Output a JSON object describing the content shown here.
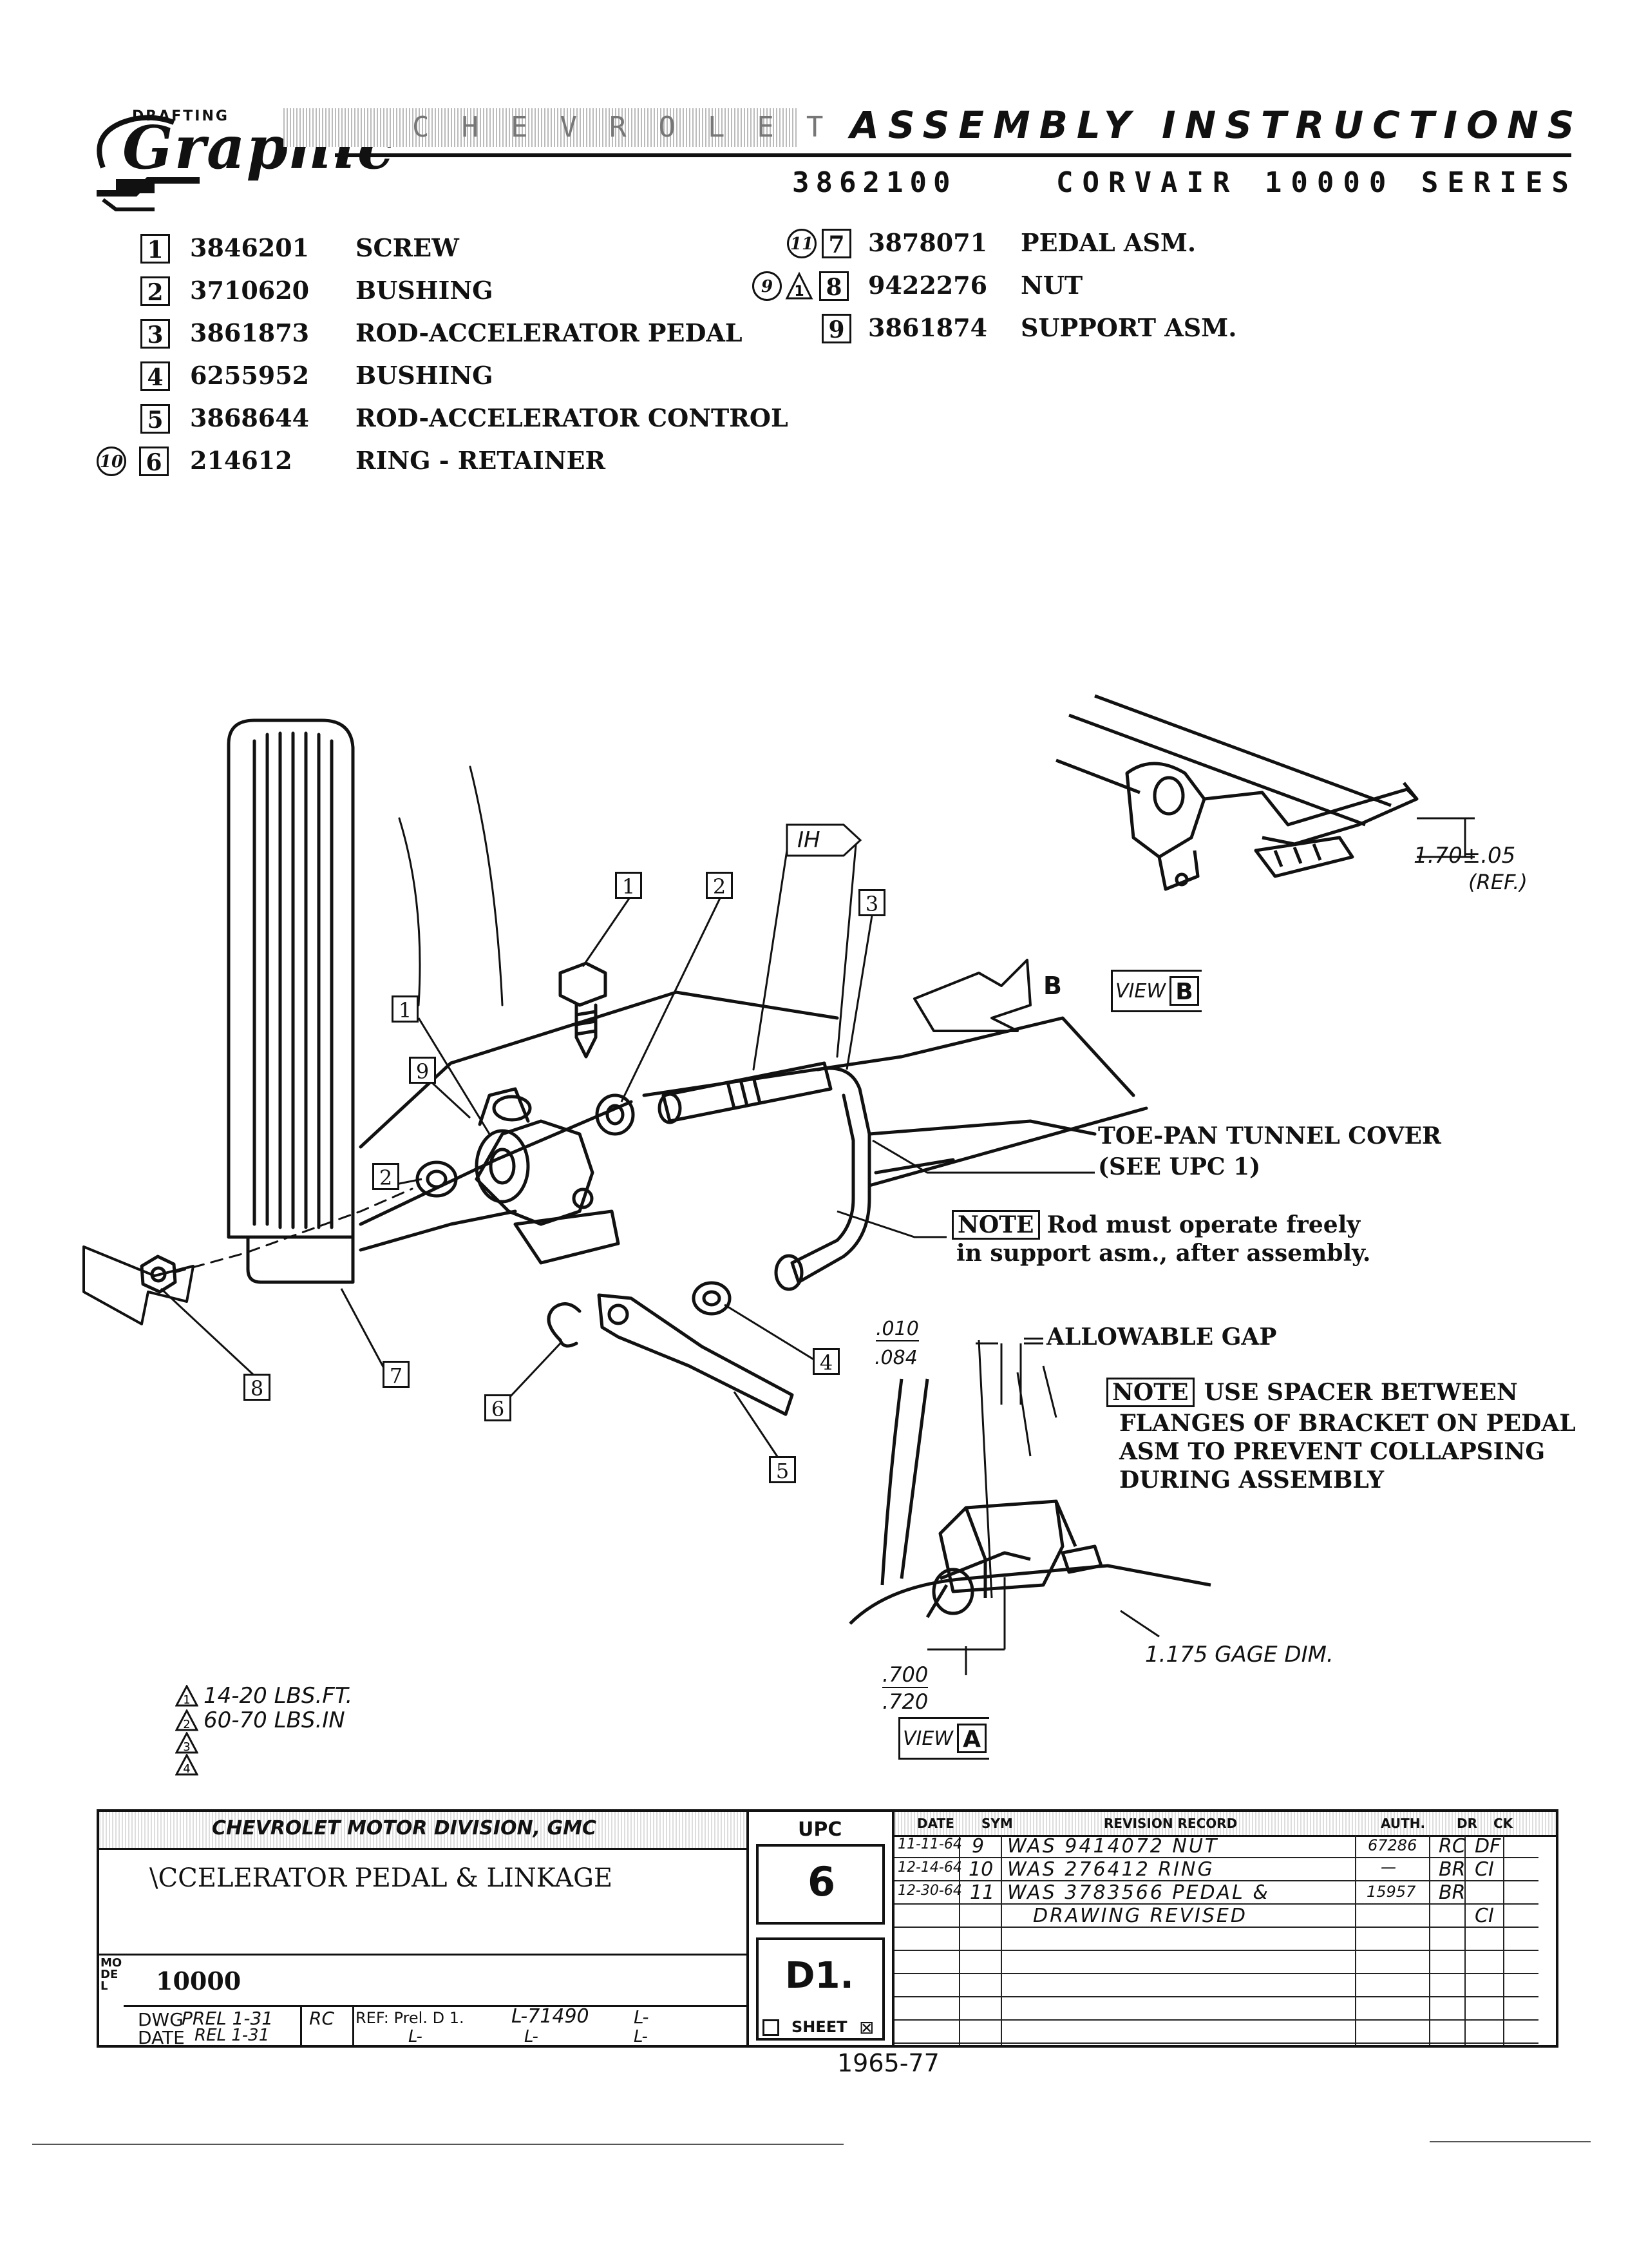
{
  "header": {
    "logo_small": "DRAFTING",
    "logo_script": "Graphic",
    "banner": "CHEVROLET",
    "title": "ASSEMBLY INSTRUCTIONS",
    "doc_number": "3862100",
    "series": "CORVAIR 10000 SERIES"
  },
  "parts_left": [
    {
      "index": "1",
      "number": "3846201",
      "name": "SCREW",
      "ref": ""
    },
    {
      "index": "2",
      "number": "3710620",
      "name": "BUSHING",
      "ref": ""
    },
    {
      "index": "3",
      "number": "3861873",
      "name": "ROD-ACCELERATOR PEDAL",
      "ref": ""
    },
    {
      "index": "4",
      "number": "6255952",
      "name": "BUSHING",
      "ref": ""
    },
    {
      "index": "5",
      "number": "3868644",
      "name": "ROD-ACCELERATOR CONTROL",
      "ref": ""
    },
    {
      "index": "6",
      "number": "214612",
      "name": "RING - RETAINER",
      "ref": "10"
    }
  ],
  "parts_right": [
    {
      "index": "7",
      "number": "3878071",
      "name": "PEDAL ASM.",
      "ref": "11",
      "torque": ""
    },
    {
      "index": "8",
      "number": "9422276",
      "name": "NUT",
      "ref": "9",
      "torque": "1"
    },
    {
      "index": "9",
      "number": "3861874",
      "name": "SUPPORT ASM.",
      "ref": "",
      "torque": ""
    }
  ],
  "callouts": {
    "c1": "1",
    "c2": "2",
    "c3": "3",
    "c4": "4",
    "c5": "5",
    "c6": "6",
    "c7": "7",
    "c8": "8",
    "c9": "9",
    "ih": "IH",
    "arrow_b": "B"
  },
  "views": {
    "view_label": "VIEW",
    "view_a": "A",
    "view_b": "B"
  },
  "dims": {
    "b_dim": "1.70±.05",
    "b_ref": "(REF.)",
    "gap_top": ".010",
    "gap_bottom": ".084",
    "gap_label": "ALLOWABLE GAP",
    "gage_top": ".700",
    "gage_bottom": ".720",
    "gage_label": "1.175 GAGE DIM."
  },
  "notes": {
    "toe_pan_1": "TOE-PAN TUNNEL COVER",
    "toe_pan_2": "(SEE UPC 1)",
    "note_tag": "NOTE",
    "rod_note_1": "Rod must operate freely",
    "rod_note_2": "in support asm., after assembly.",
    "spacer_1": "USE SPACER BETWEEN",
    "spacer_2": "FLANGES OF BRACKET ON PEDAL",
    "spacer_3": "ASM TO PREVENT COLLAPSING",
    "spacer_4": "DURING ASSEMBLY"
  },
  "torque": {
    "t1_sym": "1",
    "t1": "14-20 LBS.FT.",
    "t2_sym": "2",
    "t2": "60-70 LBS.IN",
    "t3_sym": "3",
    "t4_sym": "4"
  },
  "title_block": {
    "division": "CHEVROLET MOTOR DIVISION, GMC",
    "title": "\\CCELERATOR PEDAL & LINKAGE",
    "model_label": "MODEL",
    "model": "10000",
    "upc_label": "UPC",
    "upc": "6",
    "sheet_code": "D1.",
    "sheet_label": "SHEET",
    "dwg_label": "DWG",
    "date_label": "DATE",
    "prel": "PREL 1-31",
    "rel": "REL 1-31",
    "initials": "RC",
    "ref_label": "REF: Prel. D 1.",
    "ref_l1": "L-71490",
    "ref_l_a": "L-",
    "ref_l_b": "L-",
    "ref_l_c": "L-",
    "ref_l_d": "L-",
    "rev_headers": {
      "date": "DATE",
      "sym": "SYM",
      "record": "REVISION RECORD",
      "auth": "AUTH.",
      "dr": "DR",
      "ck": "CK"
    },
    "revisions": [
      {
        "date": "11-11-64",
        "sym": "9",
        "record": "WAS 9414072 NUT",
        "auth": "67286",
        "dr": "RC",
        "ck": "DF"
      },
      {
        "date": "12-14-64",
        "sym": "10",
        "record": "WAS 276412 RING",
        "auth": "—",
        "dr": "BR",
        "ck": "CI"
      },
      {
        "date": "12-30-64",
        "sym": "11",
        "record": "WAS 3783566 PEDAL &",
        "auth": "15957",
        "dr": "BR",
        "ck": ""
      },
      {
        "date": "",
        "sym": "",
        "record": "DRAWING REVISED",
        "auth": "",
        "dr": "",
        "ck": "CI"
      }
    ]
  },
  "footer": {
    "page_code": "1965-77"
  }
}
